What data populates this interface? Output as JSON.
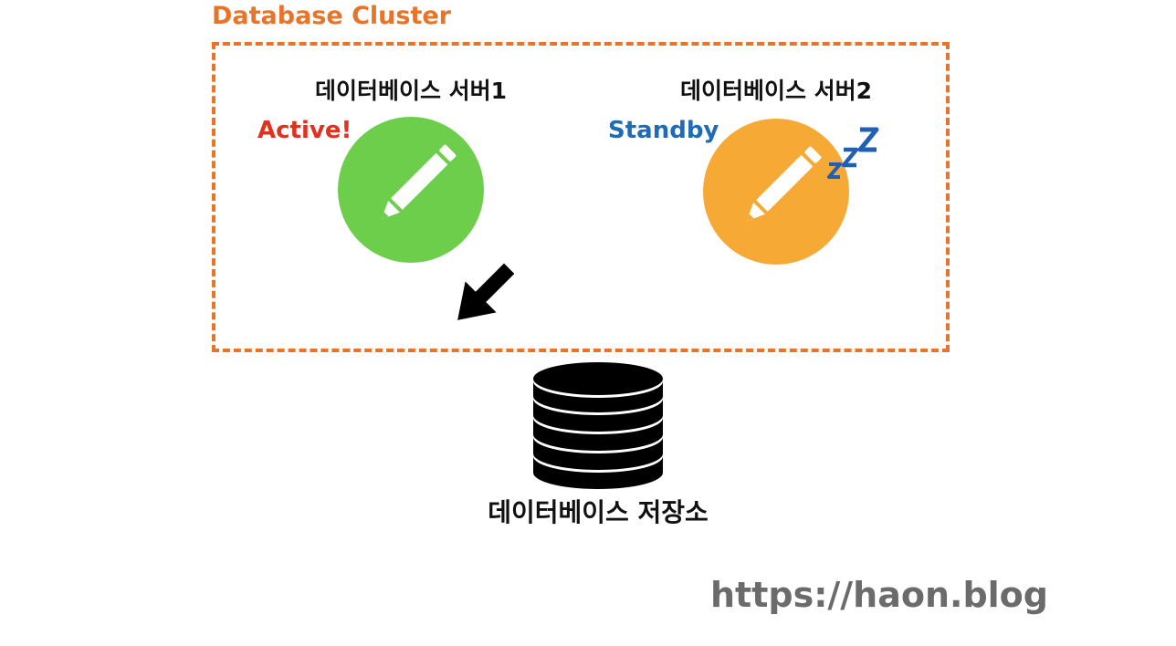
{
  "cluster": {
    "title": "Database Cluster",
    "border_color": "#e8742a"
  },
  "servers": [
    {
      "title": "데이터베이스 서버1",
      "status": "Active!",
      "status_color": "#e0321e",
      "circle_color": "#6dce4c",
      "icon": "pencil-icon"
    },
    {
      "title": "데이터베이스 서버2",
      "status": "Standby",
      "status_color": "#1f6bb5",
      "circle_color": "#f6a935",
      "icon": "pencil-icon",
      "sleep_icon": "zzz-icon"
    }
  ],
  "storage": {
    "label": "데이터베이스 저장소",
    "icon": "database-icon"
  },
  "footer": {
    "url": "https://haon.blog"
  }
}
